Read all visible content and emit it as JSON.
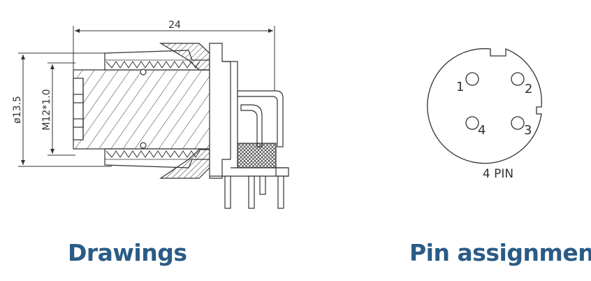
{
  "drawing": {
    "length_dimension": "24",
    "diameter_dimension": "ø13.5",
    "thread_dimension": "M12*1.0"
  },
  "pin_diagram": {
    "pins": [
      "1",
      "2",
      "3",
      "4"
    ],
    "label": "4 PIN"
  },
  "captions": {
    "drawings": "Drawings",
    "pin_assignment": "Pin assignment"
  },
  "colors": {
    "caption": "#2b5b86",
    "line": "#333333"
  }
}
